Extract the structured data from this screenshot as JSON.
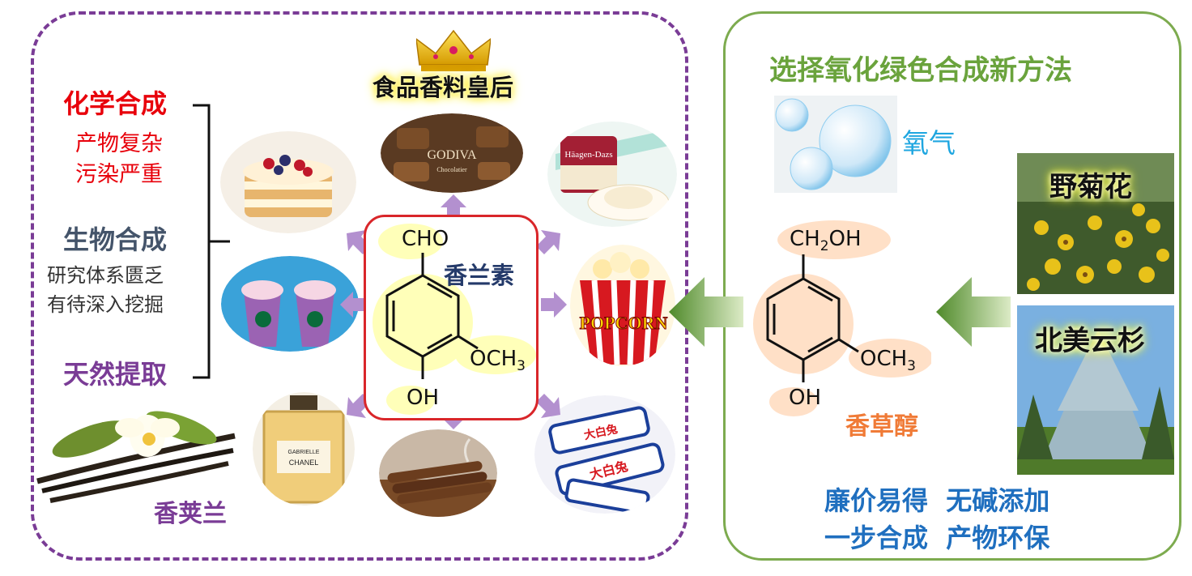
{
  "left_panel": {
    "chemical_synthesis": {
      "title": "化学合成",
      "line1": "产物复杂",
      "line2": "污染严重"
    },
    "bio_synthesis": {
      "title": "生物合成",
      "line1": "研究体系匮乏",
      "line2": "有待深入挖掘"
    },
    "natural_extraction": {
      "title": "天然提取"
    },
    "crown_label": "食品香料皇后",
    "vanilla_label": "香荚兰",
    "center_molecule": {
      "name": "香兰素",
      "group_top": "CHO",
      "group_right": "OCH",
      "group_right_sub": "3",
      "group_bottom": "OH"
    },
    "product_labels": {
      "chocolate": "GODIVA",
      "chocolate_sub": "Chocolatier",
      "icecream": "Häagen-Dazs",
      "popcorn": "POPCORN",
      "perfume_line1": "GABRIELLE",
      "perfume_line2": "CHANEL",
      "candy": "大白兔"
    }
  },
  "right_panel": {
    "title": "选择氧化绿色合成新方法",
    "oxygen_label": "氧气",
    "molecule": {
      "name": "香草醇",
      "group_top": "CH",
      "group_top_sub": "2",
      "group_top_tail": "OH",
      "group_right": "OCH",
      "group_right_sub": "3",
      "group_bottom": "OH"
    },
    "plant1": "野菊花",
    "plant2": "北美云杉",
    "benefits_line1": "廉价易得  无碱添加",
    "benefits_line2": "一步合成  产物环保"
  },
  "colors": {
    "purple": "#7a3c96",
    "green": "#7dab4f",
    "red": "#e8000b",
    "blue": "#1f6fbf",
    "orange": "#f07b37",
    "navy": "#243a6a"
  }
}
